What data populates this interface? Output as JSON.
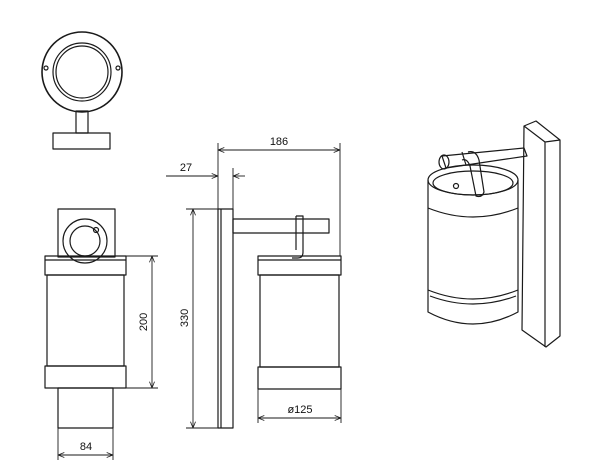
{
  "drawing": {
    "dimensions": {
      "overall_depth": "186",
      "plate_thickness": "27",
      "overall_height": "330",
      "body_height": "200",
      "body_width": "84",
      "diameter": "ø125"
    },
    "colors": {
      "line": "#1a1a1a",
      "background": "#ffffff"
    }
  }
}
